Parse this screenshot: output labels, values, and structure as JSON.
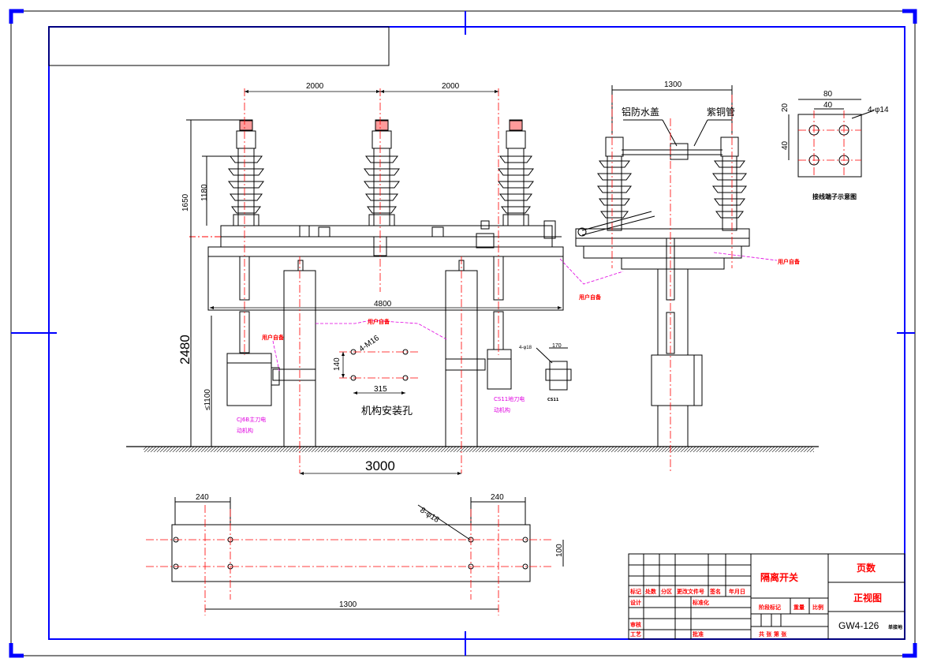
{
  "dimensions": {
    "d2000_left": "2000",
    "d2000_right": "2000",
    "d1300_top": "1300",
    "d1650": "1650",
    "d1180": "1180",
    "d2480": "2480",
    "d1100": "≤1100",
    "d4800": "4800",
    "d3000": "3000",
    "d140": "140",
    "d315": "315",
    "d240_left": "240",
    "d240_right": "240",
    "d100": "100",
    "d1300_bottom": "1300",
    "d80": "80",
    "d40_top": "40",
    "d20": "20",
    "d40_side": "40",
    "d170": "170"
  },
  "labels": {
    "aluminum_cap": "铝防水盖",
    "copper_pipe": "紫铜管",
    "terminal_holes": "4-φ14",
    "terminal_caption": "接线端子示意图",
    "user_supplied_1": "用户自备",
    "user_supplied_2": "用户自备",
    "user_supplied_3": "用户自备",
    "user_supplied_4": "用户自备",
    "mech_holes": "4-M16",
    "mech_caption": "机构安装孔",
    "cj6b_line1": "CJ6B主刀电",
    "cj6b_line2": "动机构",
    "cs11_line1": "CS11地刀电",
    "cs11_line2": "动机构",
    "cs11_holes": "4-φ18",
    "cs11_small": "CS11",
    "base_holes": "8-φ18"
  },
  "title_block": {
    "name": "隔离开关",
    "page": "页数",
    "view": "正视图",
    "code": "GW4-126",
    "code_suffix": "单接地",
    "row_labels": [
      "标记",
      "处数",
      "分区",
      "更改文件号",
      "签名",
      "年月日"
    ],
    "design": "设计",
    "standard": "标准化",
    "stage_mark": "阶段标记",
    "weight": "重量",
    "scale": "比例",
    "review": "审核",
    "process": "工艺",
    "approve": "批准",
    "sheets": "共  张 第  张"
  },
  "colors": {
    "frame": "#0000ff",
    "centerline": "#ff0000",
    "leader": "#e000e0",
    "line": "#000000"
  }
}
